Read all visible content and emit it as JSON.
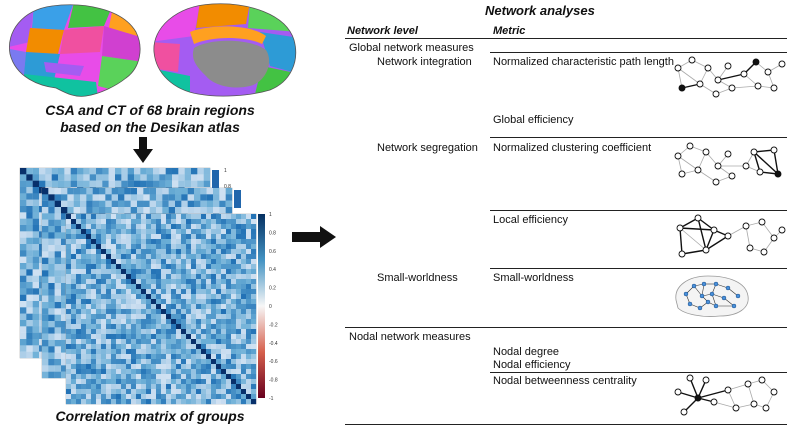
{
  "left": {
    "brain_caption_line1": "CSA and CT of 68 brain regions",
    "brain_caption_line2": "based on the Desikan atlas",
    "matrix_caption": "Correlation matrix of groups",
    "colorbar_ticks": [
      "1",
      "0.8",
      "0.6",
      "0.4",
      "0.2",
      "0",
      "-0.2",
      "-0.4",
      "-0.6",
      "-0.8",
      "-1"
    ],
    "back_colorbar_ticks": [
      "1",
      "0.8"
    ]
  },
  "right": {
    "title": "Network analyses",
    "header_level": "Network level",
    "header_metric": "Metric",
    "global_measures": "Global network measures",
    "network_integration": "Network integration",
    "norm_char_path": "Normalized characteristic path length",
    "global_efficiency": "Global efficiency",
    "network_segregation": "Network segregation",
    "norm_clustering": "Normalized clustering coefficient",
    "local_efficiency": "Local efficiency",
    "small_worldness_level": "Small-worldness",
    "small_worldness_metric": "Small-worldness",
    "nodal_measures": "Nodal network measures",
    "nodal_degree": "Nodal degree",
    "nodal_efficiency": "Nodal efficiency",
    "nodal_betweenness": "Nodal betweenness centrality"
  },
  "colors": {
    "heatmap_positive": "#08519c",
    "heatmap_light": "#c6dbef",
    "heatmap_negative": "#a50f15",
    "region_colors": [
      "#e84ce8",
      "#f28c00",
      "#a45cf2",
      "#43c243",
      "#3aa0e8",
      "#f050a0",
      "#10c2a0",
      "#7a7af0",
      "#ffa020",
      "#5ad25a",
      "#d040d0",
      "#2d9bd6"
    ],
    "medial_wall": "#8c8c8c"
  },
  "icons": [
    "brain-lateral-icon",
    "brain-medial-icon",
    "down-arrow-icon",
    "right-arrow-icon",
    "network-graph-icon",
    "brain-network-icon"
  ]
}
